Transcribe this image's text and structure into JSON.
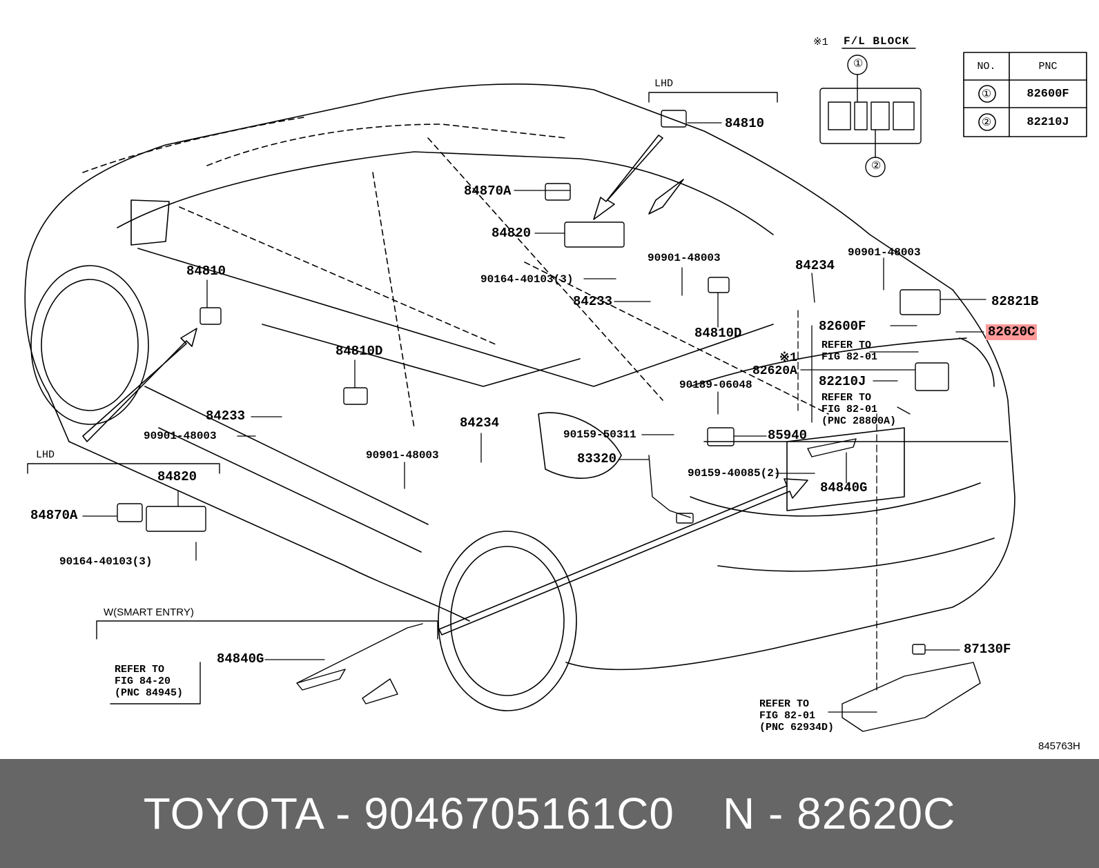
{
  "diagram_id": "845763H",
  "fl_block": {
    "mark": "※1",
    "title": "F/L BLOCK",
    "callout1": "①",
    "callout2": "②"
  },
  "pnc_table": {
    "headers": [
      "NO.",
      "PNC"
    ],
    "rows": [
      {
        "no": "①",
        "pnc": "82600F"
      },
      {
        "no": "②",
        "pnc": "82210J"
      }
    ]
  },
  "section_lhd_top": "LHD",
  "section_lhd_left": "LHD",
  "section_smart_entry": "W(SMART ENTRY)",
  "parts": {
    "p84810_top": "84810",
    "p84870A_top": "84870A",
    "p84820_top": "84820",
    "p90164_top": "90164-40103(3)",
    "p90901_a": "90901-48003",
    "p84233_right": "84233",
    "p84810D_right": "84810D",
    "p84234_right": "84234",
    "p90901_b": "90901-48003",
    "p82821B": "82821B",
    "p82600F": "82600F",
    "p82620C": "82620C",
    "p82620A": "※1\n82620A",
    "p82210J": "82210J",
    "p84810_left": "84810",
    "p84810D_mid": "84810D",
    "p84233_left": "84233",
    "p90901_c": "90901-48003",
    "p84234_mid": "84234",
    "p90901_d": "90901-48003",
    "p90189": "90189-06048",
    "p90159_a": "90159-50311",
    "p85940": "85940",
    "p83320": "83320",
    "p90159_b": "90159-40085(2)",
    "p84840G": "84840G",
    "p84820_lhd": "84820",
    "p84870A_lhd": "84870A",
    "p90164_lhd": "90164-40103(3)",
    "p84840G_se": "84840G",
    "p87130F": "87130F"
  },
  "notes": {
    "refer_82_01_a": "REFER TO\nFIG 82-01",
    "refer_82_01_b": "REFER TO\nFIG 82-01\n(PNC 28800A)",
    "refer_84_20": "REFER TO\nFIG 84-20\n(PNC 84945)",
    "refer_82_01_c": "REFER TO\nFIG 82-01\n(PNC 62934D)"
  },
  "footer": {
    "brand_part": "TOYOTA - 9046705161C0",
    "pnc_ref": "N - 82620C"
  },
  "colors": {
    "highlight": "#ff9a9a",
    "footer_bg": "#666666"
  }
}
